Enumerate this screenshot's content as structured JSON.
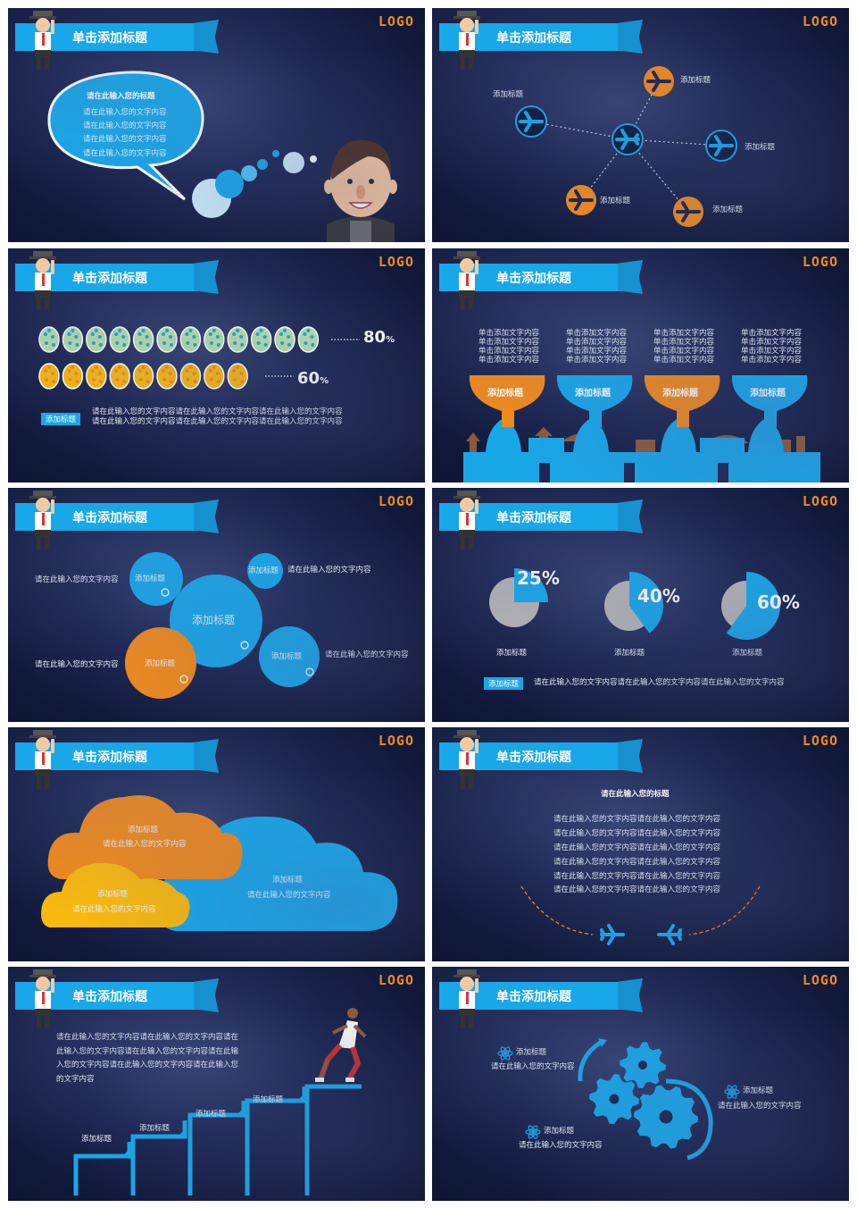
{
  "common": {
    "banner_title": "单击添加标题",
    "logo": "LOGO"
  },
  "colors": {
    "blue": "#18a7e8",
    "orange": "#f08a1c",
    "yellow": "#f7b80f",
    "gray": "#b4b4b4",
    "bg": "#1b2650"
  },
  "s1": {
    "bubble_title": "请在此输入您的标题",
    "bubble_lines": [
      "请在此输入您的文字内容",
      "请在此输入您的文字内容",
      "请在此输入您的文字内容",
      "请在此输入您的文字内容"
    ]
  },
  "s2": {
    "labels": [
      "添加标题",
      "添加标题",
      "添加标题",
      "添加标题",
      "添加标题"
    ]
  },
  "s3": {
    "row1_pct": "80",
    "row2_pct": "60",
    "pct_sign": "%",
    "tag": "添加标题",
    "desc": [
      "请在此输入您的文字内容请在此输入您的文字内容请在此输入您的文字内容",
      "请在此输入您的文字内容请在此输入您的文字内容请在此输入您的文字内容"
    ]
  },
  "s4": {
    "columns": [
      {
        "lines": [
          "单击添加文字内容",
          "单击添加文字内容",
          "单击添加文字内容",
          "单击添加文字内容"
        ],
        "label": "添加标题"
      },
      {
        "lines": [
          "单击添加文字内容",
          "单击添加文字内容",
          "单击添加文字内容",
          "单击添加文字内容"
        ],
        "label": "添加标题"
      },
      {
        "lines": [
          "单击添加文字内容",
          "单击添加文字内容",
          "单击添加文字内容",
          "单击添加文字内容"
        ],
        "label": "添加标题"
      },
      {
        "lines": [
          "单击添加文字内容",
          "单击添加文字内容",
          "单击添加文字内容",
          "单击添加文字内容"
        ],
        "label": "添加标题"
      }
    ]
  },
  "s5": {
    "center": "添加标题",
    "circle_a": "添加标题",
    "circle_b": "添加标题",
    "circle_c": "添加标题",
    "circle_d": "添加标题",
    "text_a": "请在此输入您的文字内容",
    "text_b": "请在此输入您的文字内容",
    "text_c": "请在此输入您的文字内容",
    "text_d": "请在此输入您的文字内容"
  },
  "s6": {
    "pies": [
      {
        "pct": "25%",
        "value": 25,
        "label": "添加标题"
      },
      {
        "pct": "40%",
        "value": 40,
        "label": "添加标题"
      },
      {
        "pct": "60%",
        "value": 60,
        "label": "添加标题"
      }
    ],
    "tag": "添加标题",
    "desc": "请在此输入您的文字内容请在此输入您的文字内容请在此输入您的文字内容"
  },
  "s7": {
    "orange": {
      "title": "添加标题",
      "text": "请在此输入您的文字内容"
    },
    "yellow": {
      "title": "添加标题",
      "text": "请在此输入您的文字内容"
    },
    "blue": {
      "title": "添加标题",
      "text": "请在此输入您的文字内容"
    }
  },
  "s8": {
    "title": "请在此输入您的标题",
    "lines": [
      "请在此输入您的文字内容请在此输入您的文字内容",
      "请在此输入您的文字内容请在此输入您的文字内容",
      "请在此输入您的文字内容请在此输入您的文字内容",
      "请在此输入您的文字内容请在此输入您的文字内容",
      "请在此输入您的文字内容请在此输入您的文字内容",
      "请在此输入您的文字内容请在此输入您的文字内容"
    ]
  },
  "s9": {
    "paragraph": [
      "请在此输入您的文字内容请在此输入您的文字内容请在",
      "此输入您的文字内容请在此输入您的文字内容请在此输",
      "入您的文字内容请在此输入您的文字内容请在此输入您",
      "的文字内容"
    ],
    "steps": [
      "添加标题",
      "添加标题",
      "添加标题",
      "添加标题"
    ]
  },
  "s10": {
    "items": [
      {
        "title": "添加标题",
        "text": "请在此输入您的文字内容"
      },
      {
        "title": "添加标题",
        "text": "请在此输入您的文字内容"
      },
      {
        "title": "添加标题",
        "text": "请在此输入您的文字内容"
      }
    ]
  }
}
